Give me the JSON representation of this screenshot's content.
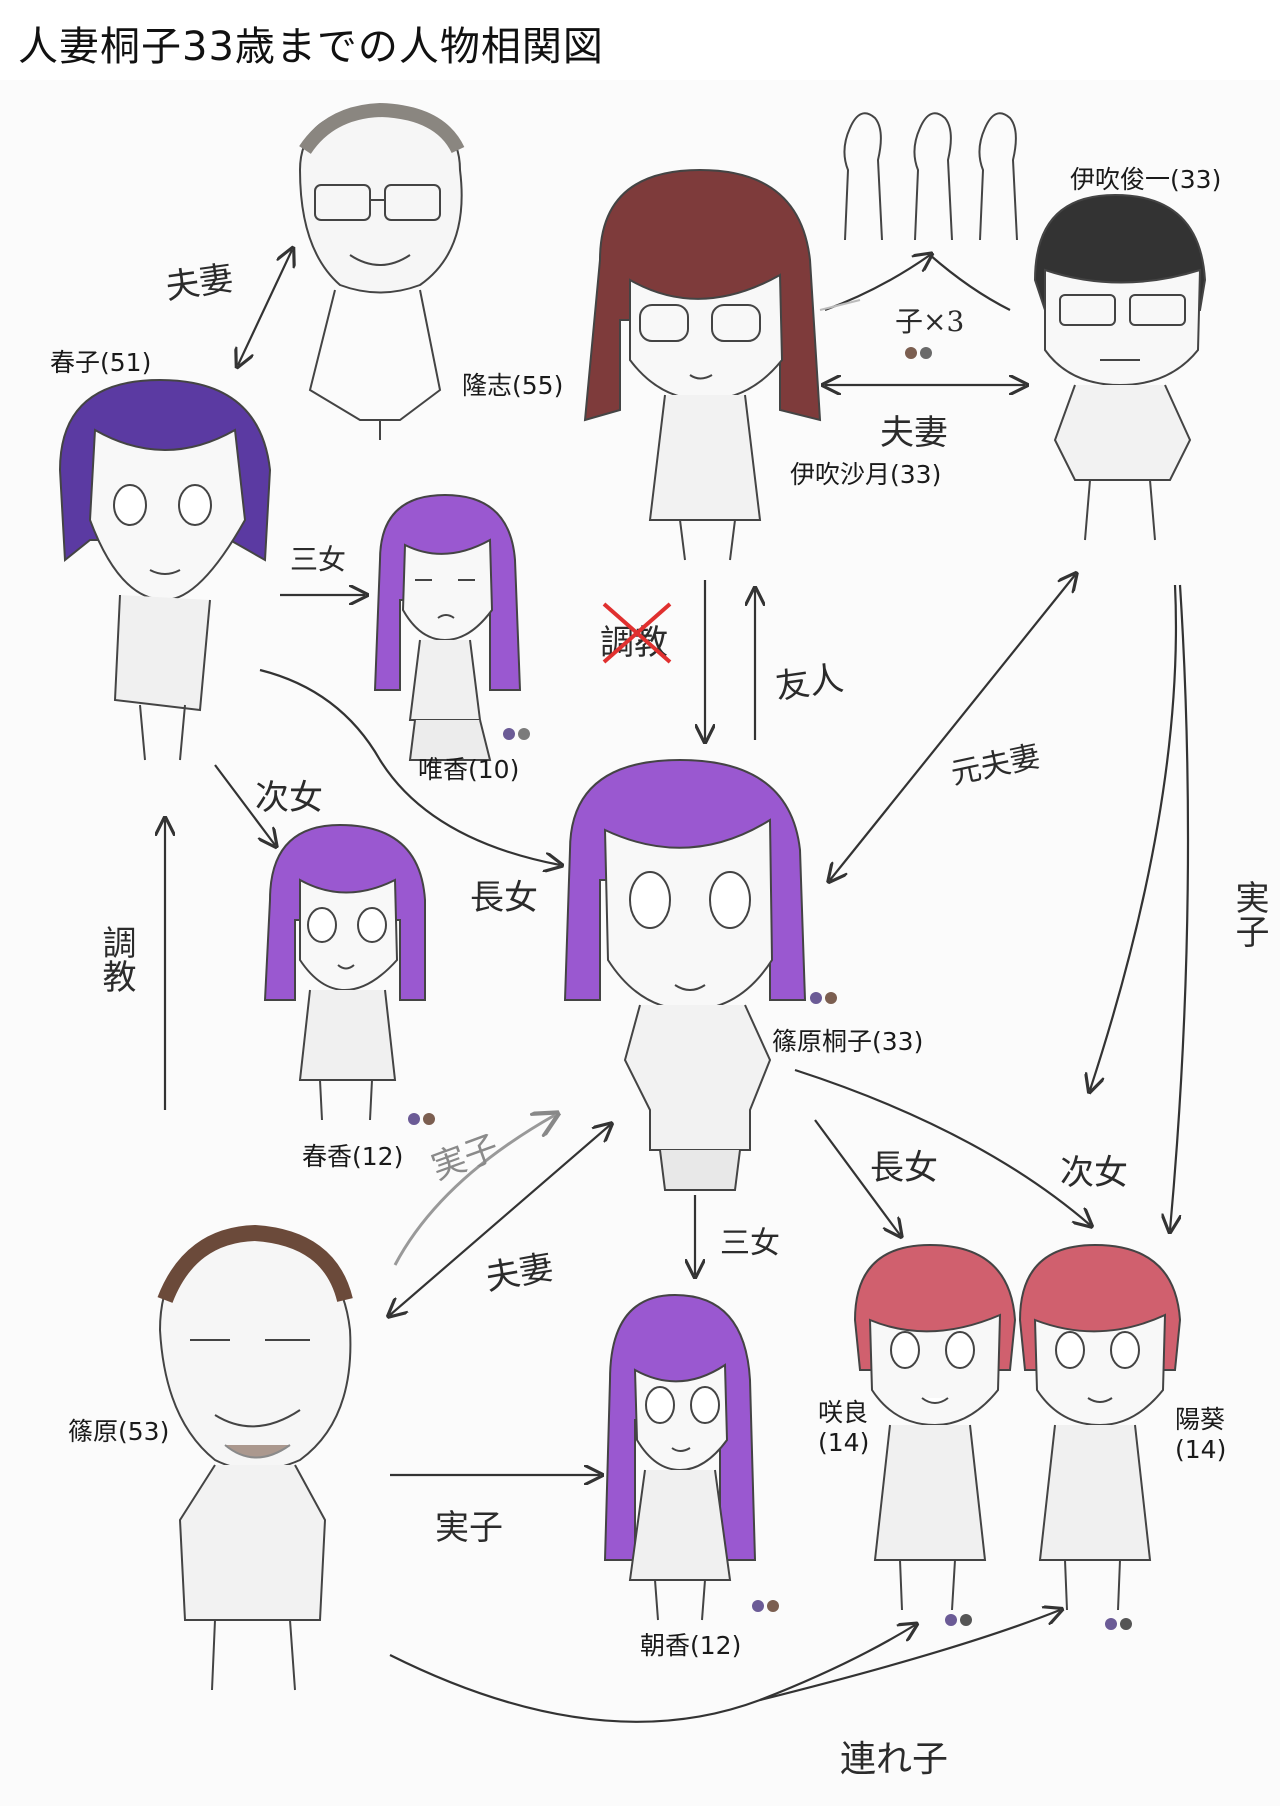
{
  "title": "人妻桐子33歳までの人物相関図",
  "characters": {
    "takashi": {
      "label": "隆志(55)"
    },
    "haruko": {
      "label": "春子(51)"
    },
    "yuika": {
      "label": "唯香(10)"
    },
    "haruka": {
      "label": "春香(12)"
    },
    "satsuki": {
      "label": "伊吹沙月(33)"
    },
    "shunichi": {
      "label": "伊吹俊一(33)"
    },
    "kiriko": {
      "label": "篠原桐子(33)"
    },
    "shinohara": {
      "label": "篠原(53)"
    },
    "asaka": {
      "label": "朝香(12)"
    },
    "sakura": {
      "label": "咲良\n(14)"
    },
    "hinata": {
      "label": "陽葵\n(14)"
    }
  },
  "relations": {
    "haruko_takashi": "夫妻",
    "satsuki_shunichi": "夫妻",
    "satsuki_children": "子×3",
    "haruko_yuika": "三女",
    "haruko_haruka": "次女",
    "haruko_kiriko": "長女",
    "haruka_haruko": "調教",
    "satsuki_kiriko": "調教",
    "kiriko_satsuki": "友人",
    "shunichi_kiriko": "元夫妻",
    "shunichi_twins": "実子",
    "shinohara_kiriko_grey": "実子",
    "shinohara_kiriko": "夫妻",
    "kiriko_asaka": "三女",
    "kiriko_sakura": "長女",
    "kiriko_hinata": "次女",
    "shinohara_asaka": "実子",
    "shinohara_twins": "連れ子"
  },
  "colors": {
    "purple": "#8f4fc8",
    "dark_purple": "#5a38a0",
    "brown_hair": "#7a3b3b",
    "red_hair": "#d0606e",
    "bald_brown": "#6b4a3a",
    "dot_purple": "#6b5b96",
    "dot_brown": "#7b5e50",
    "dot_grey": "#666666",
    "strike_red": "#e0302f"
  }
}
